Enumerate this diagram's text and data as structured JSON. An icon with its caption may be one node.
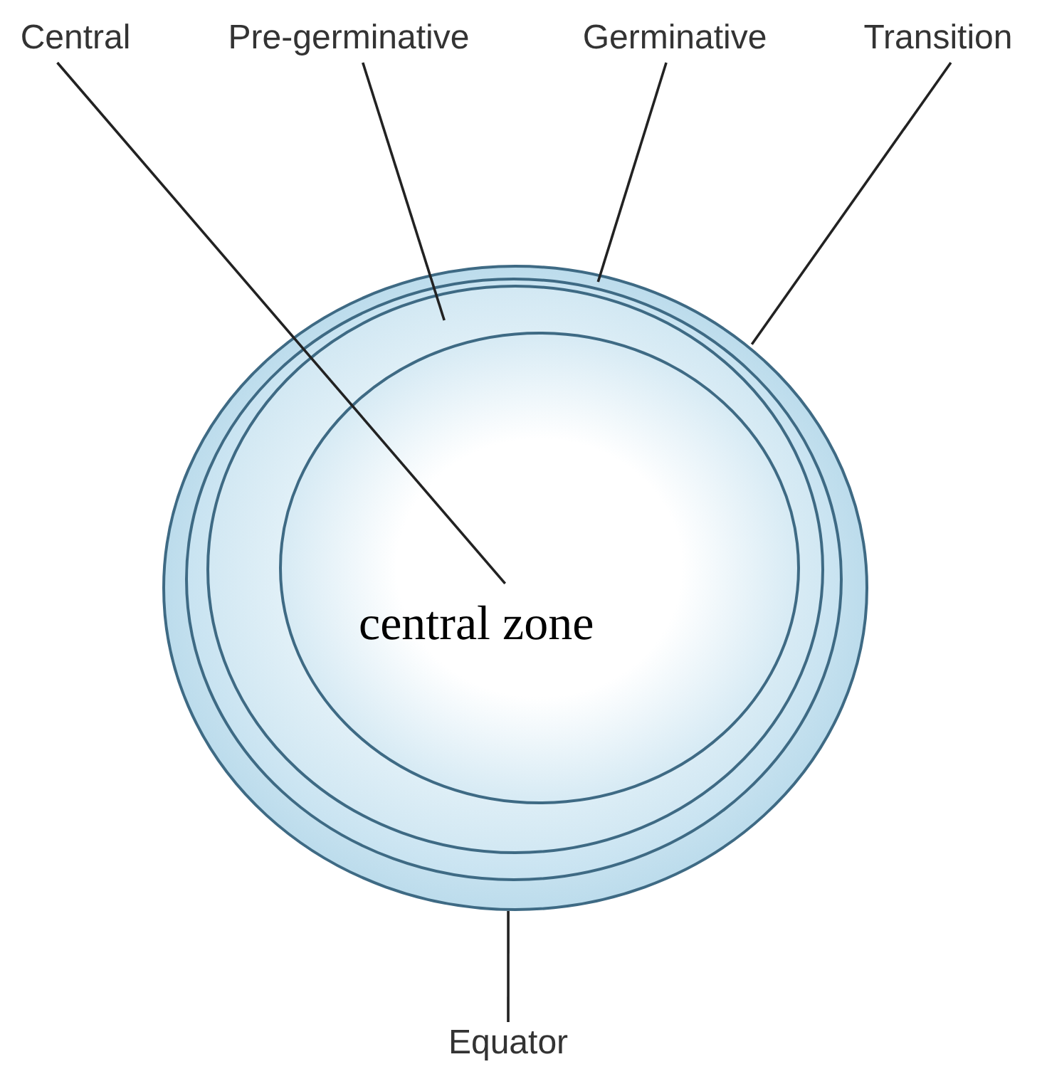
{
  "diagram": {
    "nodes": [
      {
        "text": [
          "Central"
        ]
      },
      {
        "text": [
          "Pre-germinative"
        ]
      },
      {
        "text": [
          "Germinative"
        ]
      },
      {
        "text": [
          "Transition"
        ]
      },
      {
        "text": [
          "Equator"
        ]
      },
      {
        "text": [],
        "shape": "circle"
      },
      {
        "text": [],
        "shape": "circle",
        "in": 5
      },
      {
        "text": [],
        "shape": "circle",
        "in": 6
      },
      {
        "text": [
          "central zone"
        ],
        "in": 7
      }
    ],
    "edges": [
      {
        "from": 0,
        "to": 8,
        "arrow": "none"
      },
      {
        "from": 1,
        "to": 7,
        "arrow": "none"
      },
      {
        "from": 2,
        "to": 6,
        "arrow": "none"
      },
      {
        "from": 3,
        "to": 5,
        "arrow": "none"
      },
      {
        "from": 4,
        "to": 5,
        "arrow": "none"
      }
    ]
  }
}
